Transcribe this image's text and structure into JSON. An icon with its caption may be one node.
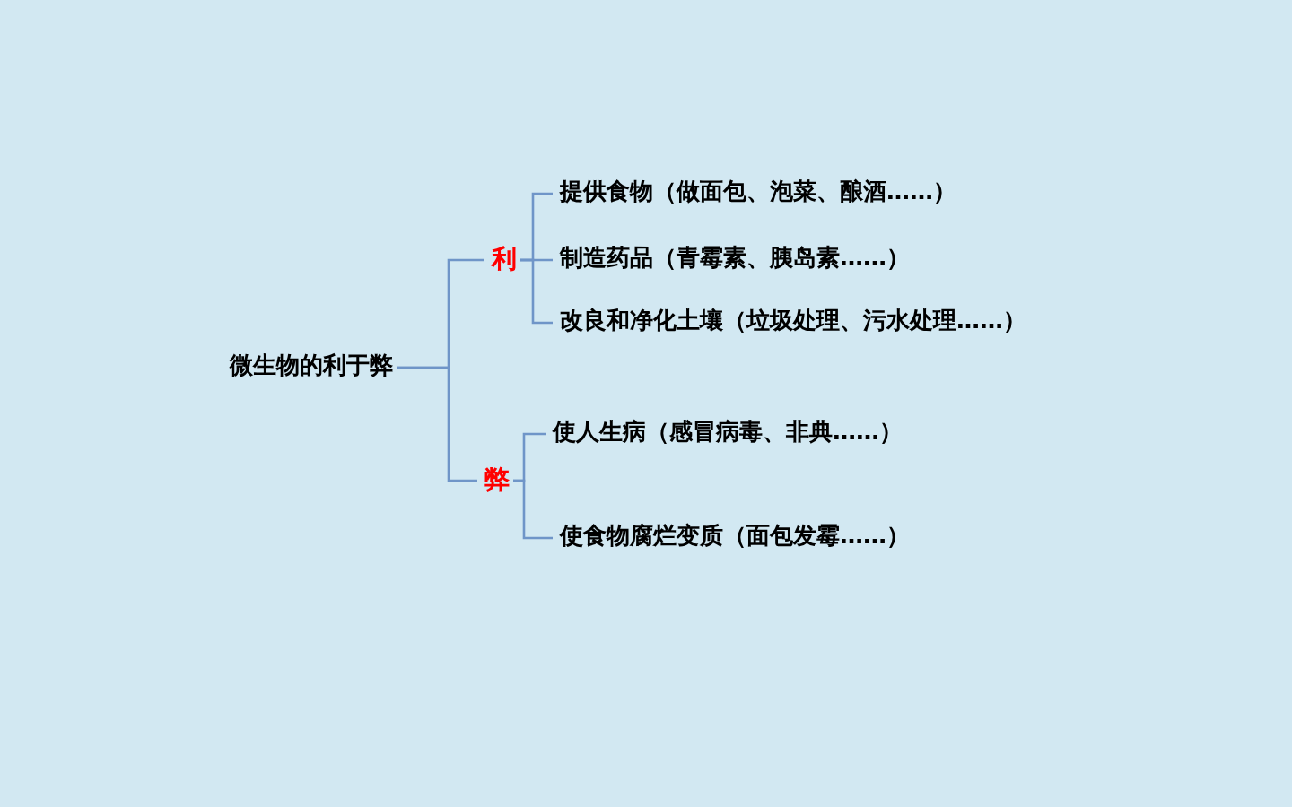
{
  "diagram": {
    "nodes": [
      {
        "text": [
          "微生物的利于弊"
        ]
      },
      {
        "text": [
          "利"
        ]
      },
      {
        "text": [
          "提供食物（做面包、泡菜、酿酒……）"
        ]
      },
      {
        "text": [
          "制造药品（青霉素、胰岛素……）"
        ]
      },
      {
        "text": [
          "改良和净化土壤（垃圾处理、污水处理……）"
        ]
      },
      {
        "text": [
          "弊"
        ]
      },
      {
        "text": [
          "使人生病（感冒病毒、非典……）"
        ]
      },
      {
        "text": [
          "使食物腐烂变质（面包发霉……）"
        ]
      }
    ],
    "edges": [
      {
        "from": 0,
        "to": 1,
        "arrow": "none"
      },
      {
        "from": 0,
        "to": 5,
        "arrow": "none"
      },
      {
        "from": 1,
        "to": 2,
        "arrow": "none"
      },
      {
        "from": 1,
        "to": 3,
        "arrow": "none"
      },
      {
        "from": 1,
        "to": 4,
        "arrow": "none"
      },
      {
        "from": 5,
        "to": 6,
        "arrow": "none"
      },
      {
        "from": 5,
        "to": 7,
        "arrow": "none"
      }
    ]
  }
}
